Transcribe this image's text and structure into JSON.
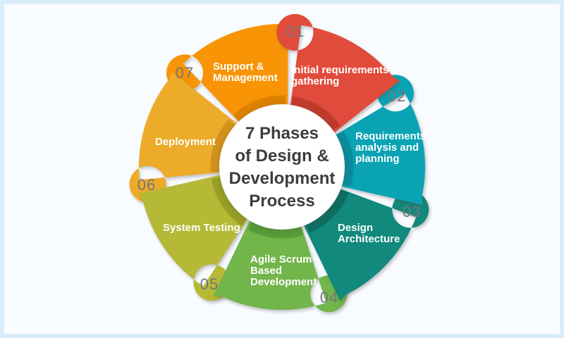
{
  "diagram": {
    "background_color": "#f9fcff",
    "frame_color": "#d9ecfa",
    "number_color": "#75767a",
    "center_text_color": "#3d3d3d",
    "center_circle_color": "#ffffff",
    "center": {
      "line1": "7 Phases",
      "line2": "of Design &",
      "line3": "Development",
      "line4": "Process"
    },
    "segments": [
      {
        "number": "01",
        "label": "Initial requirements gathering",
        "color": "#e14b3b",
        "rim_color": "#c23a2c"
      },
      {
        "number": "02",
        "label": "Requirements analysis and planning",
        "color": "#0aa3b4",
        "rim_color": "#088d9c"
      },
      {
        "number": "03",
        "label": "Design Architecture",
        "color": "#11897c",
        "rim_color": "#0d6e62"
      },
      {
        "number": "04",
        "label": "Agile Scrum Based Development",
        "color": "#71b54b",
        "rim_color": "#589f37"
      },
      {
        "number": "05",
        "label": "System Testing",
        "color": "#b6b936",
        "rim_color": "#9ba124"
      },
      {
        "number": "06",
        "label": "Deployment",
        "color": "#ecab28",
        "rim_color": "#d3931b"
      },
      {
        "number": "07",
        "label": "Support & Management",
        "color": "#f89406",
        "rim_color": "#de8103"
      }
    ]
  }
}
